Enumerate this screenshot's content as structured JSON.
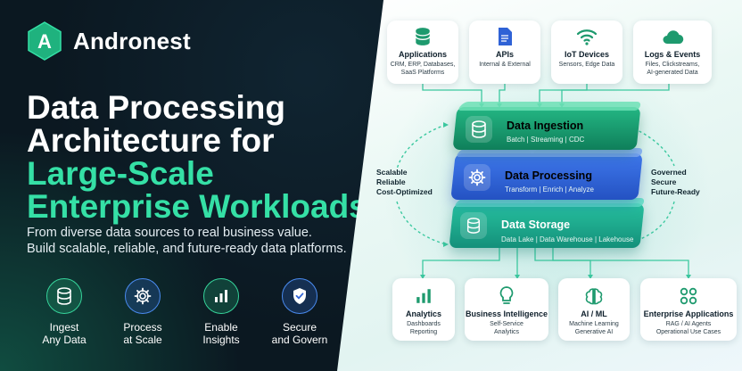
{
  "brand": {
    "name": "Andronest",
    "logo_letter": "A"
  },
  "headline": {
    "line1": "Data Processing",
    "line2": "Architecture for",
    "line3": "Large-Scale",
    "line4": "Enterprise Workloads"
  },
  "subtitle": {
    "line1": "From diverse data sources to real business value.",
    "line2": "Build scalable, reliable, and future-ready data platforms."
  },
  "features": [
    {
      "line1": "Ingest",
      "line2": "Any Data",
      "icon": "database-icon"
    },
    {
      "line1": "Process",
      "line2": "at Scale",
      "icon": "gear-icon"
    },
    {
      "line1": "Enable",
      "line2": "Insights",
      "icon": "bar-chart-icon"
    },
    {
      "line1": "Secure",
      "line2": "and Govern",
      "icon": "shield-check-icon"
    }
  ],
  "sources": [
    {
      "title": "Applications",
      "sub1": "CRM, ERP, Databases,",
      "sub2": "SaaS Platforms",
      "icon": "database-icon"
    },
    {
      "title": "APIs",
      "sub1": "Internal & External",
      "sub2": "",
      "icon": "document-icon"
    },
    {
      "title": "IoT Devices",
      "sub1": "Sensors, Edge Data",
      "sub2": "",
      "icon": "wifi-icon"
    },
    {
      "title": "Logs & Events",
      "sub1": "Files, Clickstreams,",
      "sub2": "AI-generated Data",
      "icon": "cloud-icon"
    }
  ],
  "layers": [
    {
      "name": "Data Ingestion",
      "sub": "Batch | Streaming | CDC",
      "icon": "database-icon"
    },
    {
      "name": "Data Processing",
      "sub": "Transform | Enrich | Analyze",
      "icon": "gear-icon"
    },
    {
      "name": "Data Storage",
      "sub": "Data Lake | Data Warehouse | Lakehouse",
      "icon": "storage-icon"
    }
  ],
  "left_qualities": {
    "line1": "Scalable",
    "line2": "Reliable",
    "line3": "Cost-Optimized"
  },
  "right_qualities": {
    "line1": "Governed",
    "line2": "Secure",
    "line3": "Future-Ready"
  },
  "outputs": [
    {
      "title": "Analytics",
      "sub1": "Dashboards",
      "sub2": "Reporting",
      "icon": "bar-chart-icon"
    },
    {
      "title": "Business Intelligence",
      "sub1": "Self-Service",
      "sub2": "Analytics",
      "icon": "lightbulb-icon"
    },
    {
      "title": "AI / ML",
      "sub1": "Machine Learning",
      "sub2": "Generative AI",
      "icon": "brain-icon"
    },
    {
      "title": "Enterprise Applications",
      "sub1": "RAG / AI Agents",
      "sub2": "Operational Use Cases",
      "icon": "grid-icon"
    }
  ],
  "colors": {
    "accent_green": "#35e0a6",
    "ingestion_green": "#1e9a6e",
    "processing_blue": "#2f62d6",
    "storage_teal": "#1aa38a",
    "dark_bg": "#0b1821"
  }
}
